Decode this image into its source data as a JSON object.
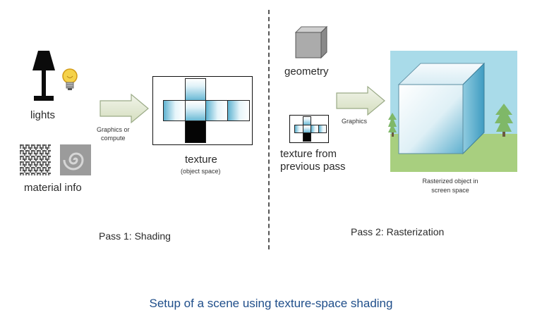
{
  "labels": {
    "lights": "lights",
    "material_info": "material info",
    "graphics_or_compute": "Graphics or\ncompute",
    "texture": "texture",
    "object_space": "(object space)",
    "pass1": "Pass 1: Shading",
    "geometry": "geometry",
    "texture_from_previous_pass": "texture from\nprevious pass",
    "graphics": "Graphics",
    "rasterized": "Rasterized object in\nscreen space",
    "pass2": "Pass 2: Rasterization"
  },
  "caption": "Setup of a scene using texture-space shading",
  "icons": [
    "lamp-icon",
    "lightbulb-icon",
    "fabric-texture-icon",
    "swirl-texture-icon",
    "gray-cube-icon",
    "tree-icon"
  ],
  "colors": {
    "caption": "#1f4e8a",
    "arrow_fill": "#e4ead6",
    "arrow_stroke": "#9aaa86",
    "sky": "#a9dbe9",
    "grass": "#a8cf7f",
    "tree": "#7fb868"
  }
}
